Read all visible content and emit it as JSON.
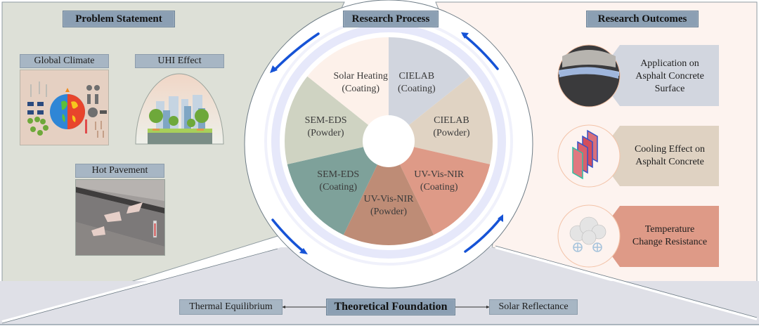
{
  "problem_statement": {
    "title": "Problem Statement",
    "items": [
      {
        "label": "Global Climate",
        "icon": "global-climate-illustration"
      },
      {
        "label": "UHI Effect",
        "icon": "urban-heat-island-illustration"
      },
      {
        "label": "Hot Pavement",
        "icon": "hot-pavement-photo"
      }
    ]
  },
  "research_process": {
    "title": "Research Process",
    "segments": [
      {
        "line1": "Solar Heating",
        "line2": "(Coating)",
        "color": "#fdf1ea"
      },
      {
        "line1": "CIELAB",
        "line2": "(Coating)",
        "color": "#d1d5de"
      },
      {
        "line1": "CIELAB",
        "line2": "(Powder)",
        "color": "#e0d3c3"
      },
      {
        "line1": "UV-Vis-NIR",
        "line2": "(Coating)",
        "color": "#de9a87"
      },
      {
        "line1": "UV-Vis-NIR",
        "line2": "(Powder)",
        "color": "#be8c76"
      },
      {
        "line1": "SEM-EDS",
        "line2": "(Coating)",
        "color": "#7ea19a"
      },
      {
        "line1": "SEM-EDS",
        "line2": "(Powder)",
        "color": "#cfd3c2"
      }
    ],
    "arrow_color": "#1653d6"
  },
  "research_outcomes": {
    "title": "Research Outcomes",
    "items": [
      {
        "lines": [
          "Application on",
          "Asphalt Concrete",
          "Surface"
        ],
        "color": "#d2d6df",
        "icon": "asphalt-sample-photo"
      },
      {
        "lines": [
          "Cooling Effect on",
          "Asphalt Concrete"
        ],
        "color": "#dfd2c2",
        "icon": "thermal-images-icon"
      },
      {
        "lines": [
          "Temperature",
          "Change Resistance"
        ],
        "color": "#de9a87",
        "icon": "snow-cloud-icon"
      }
    ]
  },
  "theoretical_foundation": {
    "title": "Theoretical Foundation",
    "left": "Thermal Equilibrium",
    "right": "Solar Reflectance"
  },
  "colors": {
    "problem_bg": "#dde0d7",
    "outcomes_bg": "#fdf3ef",
    "foundation_bg": "#dfe0e7",
    "title_box": "#8b9fb3",
    "sub_box": "#a7b6c4",
    "ring": "#e6e8fa"
  }
}
